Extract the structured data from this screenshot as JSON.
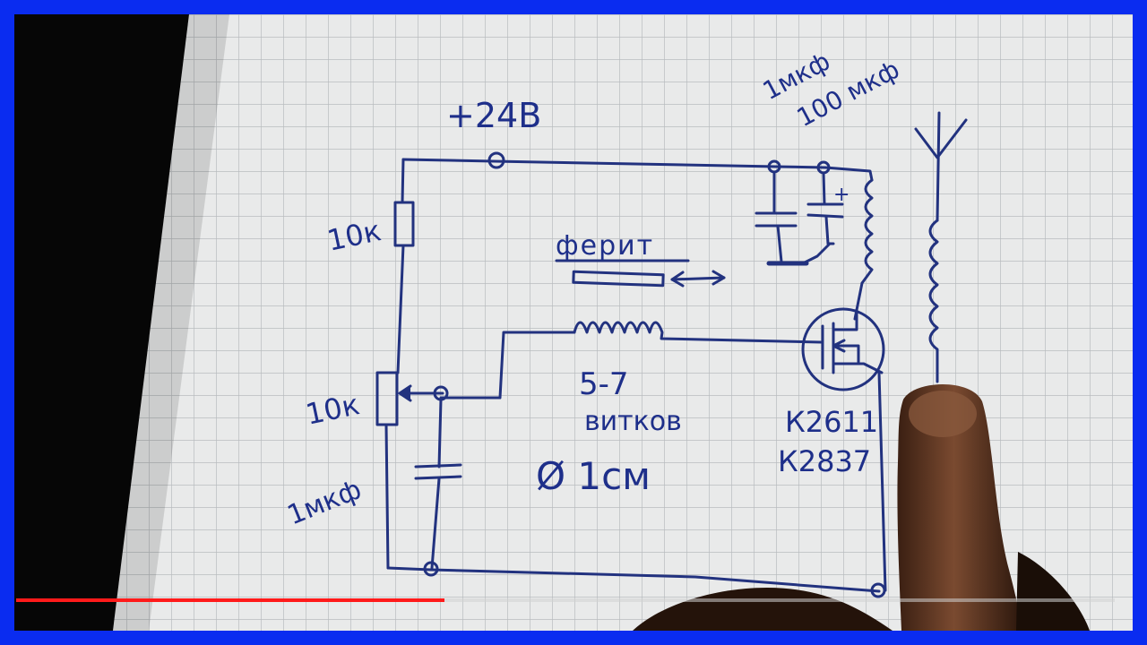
{
  "player": {
    "progress_fraction": 0.39,
    "accent_color": "#ff1a1a",
    "border_color": "#0a2cf0"
  },
  "schematic": {
    "supply_label": "+24В",
    "capacitor_top_label_1": "1мкф",
    "capacitor_top_label_2": "100 мкф",
    "capacitor_polarity_mark": "+",
    "resistor_top_label": "10к",
    "resistor_bottom_label": "10к",
    "capacitor_bottom_label": "1мкф",
    "ferrite_label": "ферит",
    "coil_turns_label": "5-7",
    "coil_turns_unit": "витков",
    "coil_diameter_label": "Ø 1см",
    "transistor_label_1": "К2611",
    "transistor_label_2": "К2837"
  }
}
